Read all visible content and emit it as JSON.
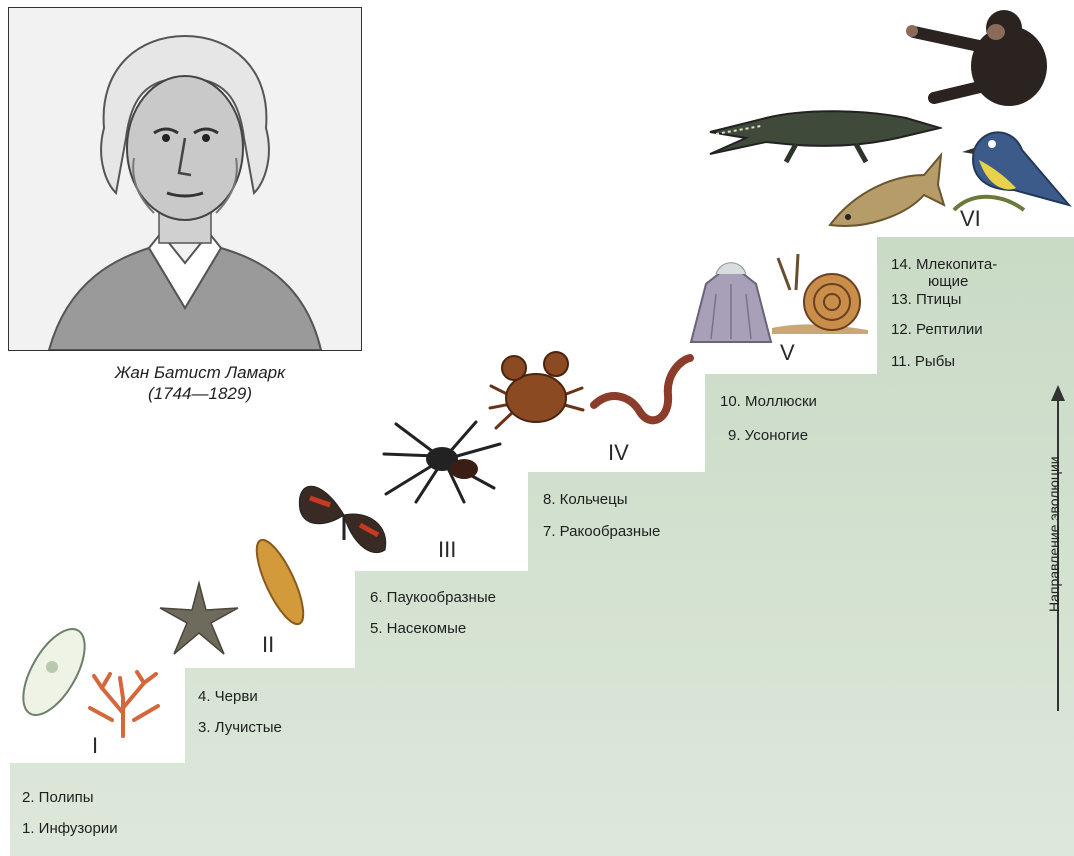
{
  "portrait": {
    "caption_name": "Жан Батист Ламарк",
    "caption_years": "(1744—1829)"
  },
  "axis": {
    "label": "Направление эволюции"
  },
  "steps": [
    {
      "roman": "I",
      "items": [
        "2. Полипы",
        "1. Инфузории"
      ]
    },
    {
      "roman": "II",
      "items": [
        "4. Черви",
        "3. Лучистые"
      ]
    },
    {
      "roman": "III",
      "items": [
        "6. Паукообразные",
        "5. Насекомые"
      ]
    },
    {
      "roman": "IV",
      "items": [
        "8. Кольчецы",
        "7. Ракообразные"
      ]
    },
    {
      "roman": "V",
      "items": [
        "10. Моллюски",
        "9. Усоногие"
      ]
    },
    {
      "roman": "VI",
      "items": [
        "14. Млекопита-",
        "ющие",
        "13. Птицы",
        "12. Рептилии",
        "11. Рыбы"
      ]
    }
  ],
  "colors": {
    "step_fill": "#c6d7c2",
    "step_light": "#dce7da",
    "ink": "#1f1f1f"
  }
}
